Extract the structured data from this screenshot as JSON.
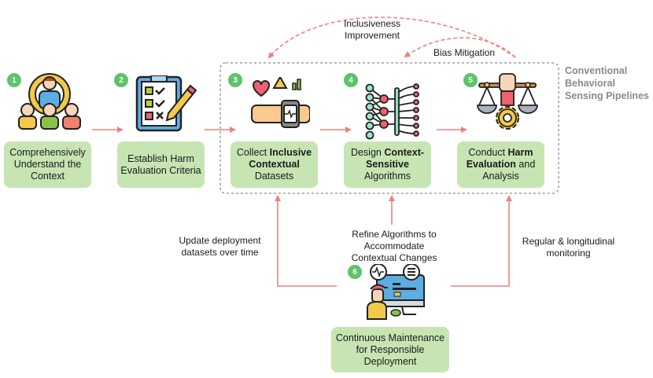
{
  "diagram": {
    "pipeline_group_title": [
      "Conventional",
      "Behavioral",
      "Sensing Pipelines"
    ],
    "steps": [
      {
        "number": "1",
        "icon": "people-gear-icon",
        "text_parts": [
          {
            "t": "Comprehensively Understand the Context",
            "bold": false
          }
        ]
      },
      {
        "number": "2",
        "icon": "clipboard-checklist-icon",
        "text_parts": [
          {
            "t": "Establish Harm Evaluation Criteria",
            "bold": false
          }
        ]
      },
      {
        "number": "3",
        "icon": "wearable-sensor-icon",
        "text_parts": [
          {
            "t": "Collect ",
            "bold": false
          },
          {
            "t": "Inclusive Contextual",
            "bold": true
          },
          {
            "t": " Datasets",
            "bold": false
          }
        ]
      },
      {
        "number": "4",
        "icon": "neural-network-icon",
        "text_parts": [
          {
            "t": "Design ",
            "bold": false
          },
          {
            "t": "Context-Sensitive",
            "bold": true
          },
          {
            "t": " Algorithms",
            "bold": false
          }
        ]
      },
      {
        "number": "5",
        "icon": "justice-scale-gear-icon",
        "text_parts": [
          {
            "t": "Conduct ",
            "bold": false
          },
          {
            "t": "Harm Evaluation",
            "bold": true
          },
          {
            "t": " and Analysis",
            "bold": false
          }
        ]
      },
      {
        "number": "6",
        "icon": "monitoring-engineer-icon",
        "text_parts": [
          {
            "t": "Continuous Maintenance for Responsible Deployment",
            "bold": false
          }
        ]
      }
    ],
    "feedback_labels": {
      "inclusiveness": "Inclusiveness Improvement",
      "bias": "Bias Mitigation",
      "update_datasets": "Update deployment datasets over time",
      "refine_algorithms": "Refine Algorithms to Accommodate Contextual Changes",
      "monitoring": "Regular & longitudinal monitoring"
    },
    "colors": {
      "box_fill": "#c6e5b3",
      "badge": "#5cc46a",
      "arrow": "#f08080",
      "group_border": "#8a8a8a",
      "group_title": "#8a8a8a"
    }
  }
}
